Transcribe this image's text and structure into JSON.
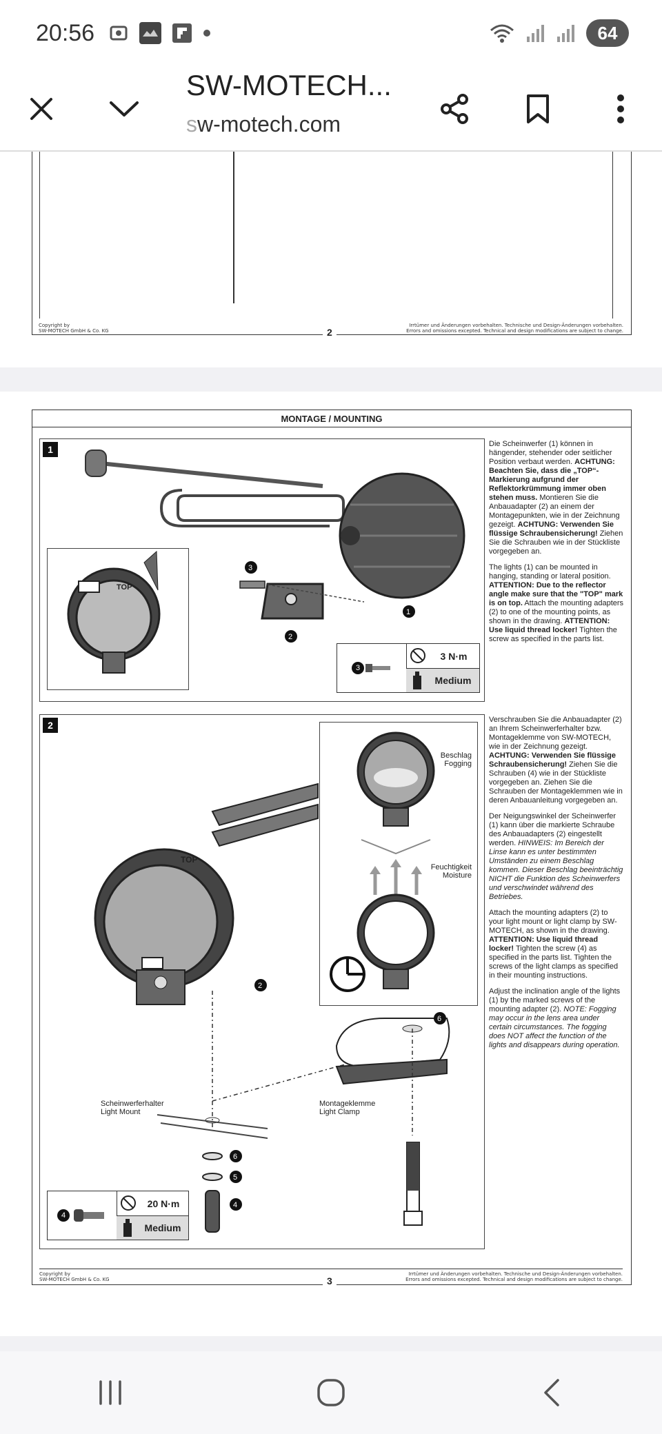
{
  "status_bar": {
    "time": "20:56",
    "battery": "64",
    "icons": [
      "screenshot-icon",
      "app-icon",
      "flipboard-icon",
      "dot-icon",
      "wifi-icon",
      "signal-icon",
      "signal-icon-2"
    ]
  },
  "browser": {
    "title": "SW-MOTECH...",
    "url_prefix": "s",
    "url_rest": "w-motech.com",
    "buttons": [
      "close",
      "collapse",
      "share",
      "bookmark",
      "more"
    ]
  },
  "page2": {
    "copyright": "Copyright by\nSW-MOTECH GmbH & Co. KG",
    "disclaimer": "Irrtümer und Änderungen vorbehalten. Technische und Design-Änderungen vorbehalten.\nErrors and omissions excepted. Technical and design modifications are subject to change.",
    "page_number": "2"
  },
  "page3": {
    "heading": "MONTAGE / MOUNTING",
    "copyright": "Copyright by\nSW-MOTECH GmbH & Co. KG",
    "disclaimer": "Irrtümer und Änderungen vorbehalten. Technische und Design-Änderungen vorbehalten.\nErrors and omissions excepted. Technical and design modifications are subject to change.",
    "page_number": "3",
    "step1": {
      "number": "1",
      "torque_value": "3 N·m",
      "torque_strength": "Medium",
      "screw_label": "3",
      "callouts": [
        "1",
        "2",
        "3"
      ],
      "top_mark": "TOP",
      "text_de_1": "Die Scheinwerfer (1) können in hängender, stehender oder seitlicher Position verbaut werden.",
      "text_de_2": "ACHTUNG: Beachten Sie, dass die „TOP“-Markierung aufgrund der Reflektorkrümmung immer oben stehen muss.",
      "text_de_3": "Montieren Sie die Anbauadapter (2) an einem der Montagepunkten, wie in der Zeichnung gezeigt.",
      "text_de_4": "ACHTUNG: Verwenden Sie flüssige Schraubensicherung!",
      "text_de_5": "Ziehen Sie die Schrauben wie in der Stückliste vorgegeben an.",
      "text_en_1": "The lights (1) can be mounted in hanging, standing or lateral position.",
      "text_en_2": "ATTENTION: Due to the reflector angle make sure that the \"TOP\" mark is on top.",
      "text_en_3": "Attach the mounting adapters (2) to one of the mounting points, as shown in the drawing.",
      "text_en_4": "ATTENTION: Use liquid thread locker!",
      "text_en_5": "Tighten the screw as specified in the parts list."
    },
    "step2": {
      "number": "2",
      "torque_value": "20 N·m",
      "torque_strength": "Medium",
      "screw_label": "4",
      "callouts": [
        "2",
        "4",
        "5",
        "6",
        "6"
      ],
      "top_mark": "TOP",
      "fogging_de": "Beschlag",
      "fogging_en": "Fogging",
      "moisture_de": "Feuchtigkeit",
      "moisture_en": "Moisture",
      "light_mount_de": "Scheinwerferhalter",
      "light_mount_en": "Light Mount",
      "light_clamp_de": "Montageklemme",
      "light_clamp_en": "Light Clamp",
      "text_de_1": "Verschrauben Sie die Anbauadapter (2) an Ihrem Scheinwerferhalter bzw. Montageklemme von SW-MOTECH, wie in der Zeichnung gezeigt.",
      "text_de_2": "ACHTUNG: Verwenden Sie flüssige Schraubensicherung!",
      "text_de_3": "Ziehen Sie die Schrauben (4) wie in der Stückliste vorgegeben an. Ziehen Sie die Schrauben der Montageklemmen wie in deren Anbauanleitung vorgegeben an.",
      "text_de_4": "Der Neigungswinkel der Scheinwerfer (1) kann über die markierte Schraube des Anbauadapters (2) eingestellt werden.",
      "text_de_5": "HINWEIS: Im Bereich der Linse kann es unter bestimmten Umständen zu einem Beschlag kommen. Dieser Beschlag beeinträchtig NICHT die Funktion des Scheinwerfers und verschwindet während des Betriebes.",
      "text_en_1": "Attach the mounting adapters (2) to your light mount or light clamp by SW-MOTECH, as shown in the drawing.",
      "text_en_2": "ATTENTION: Use liquid thread locker!",
      "text_en_3": "Tighten the screw (4) as specified in the parts list. Tighten the screws of the light clamps as specified in their mounting instructions.",
      "text_en_4": "Adjust the inclination angle of the lights (1) by the marked screws of the mounting adapter (2).",
      "text_en_5": "NOTE: Fogging may occur in the lens area under certain circumstances. The fogging does NOT affect the function of the lights and disappears during operation."
    }
  },
  "nav": {
    "buttons": [
      "recent-apps",
      "home",
      "back"
    ]
  }
}
